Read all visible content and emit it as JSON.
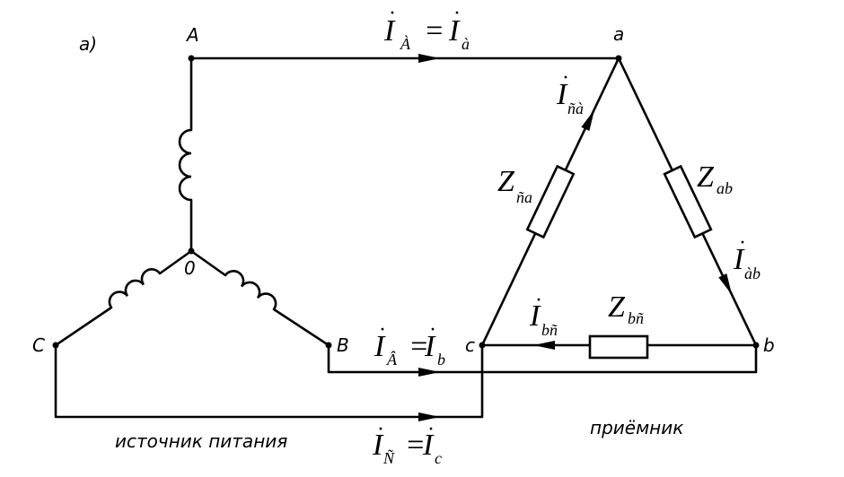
{
  "figure": {
    "panel_label": "а)",
    "source_label": "источник питания",
    "receiver_label": "приёмник"
  },
  "nodes": {
    "A": "A",
    "B": "B",
    "C": "C",
    "O": "0",
    "a": "a",
    "b": "b",
    "c": "c"
  },
  "currents": {
    "line_A": {
      "main": "I",
      "main_sub": "À",
      "eq": "=",
      "rhs": "I",
      "rhs_sub": "à"
    },
    "line_B": {
      "main": "I",
      "main_sub": "Â",
      "eq": "=",
      "rhs": "I",
      "rhs_sub": "b"
    },
    "line_C": {
      "main": "I",
      "main_sub": "Ñ",
      "eq": "=",
      "rhs": "I",
      "rhs_sub": "c"
    },
    "phase_ca": {
      "main": "I",
      "sub": "ñà"
    },
    "phase_ab": {
      "main": "I",
      "sub": "àb"
    },
    "phase_bc": {
      "main": "I",
      "sub": "bñ"
    }
  },
  "impedances": {
    "Z_ca": {
      "main": "Z",
      "sub": "ña"
    },
    "Z_ab": {
      "main": "Z",
      "sub": "ab"
    },
    "Z_bc": {
      "main": "Z",
      "sub": "bñ"
    }
  },
  "dot_char": "·"
}
